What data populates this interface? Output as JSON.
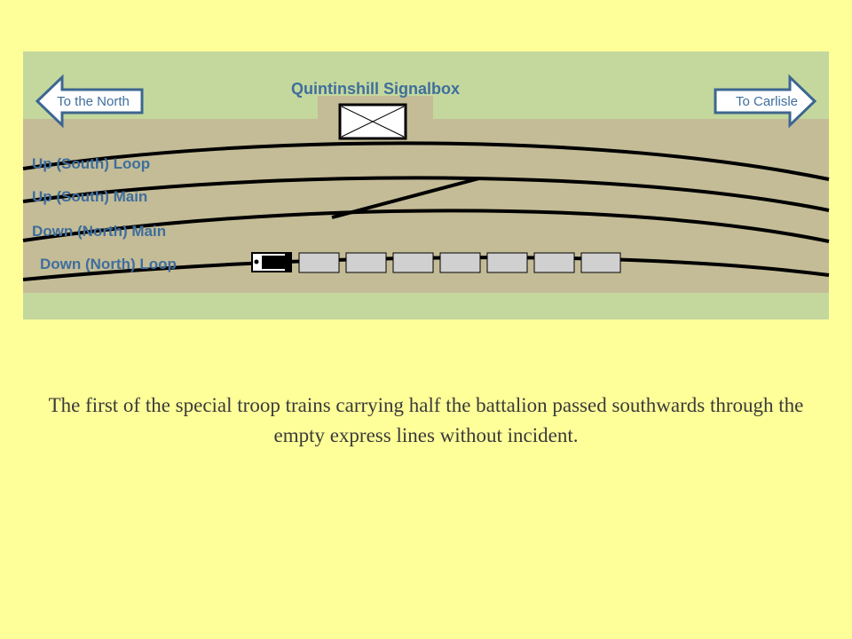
{
  "colors": {
    "page_background": "#ffff99",
    "grass": "#c4d89e",
    "ballast": "#c4bc97",
    "track": "#000000",
    "label_text": "#3f6e9c",
    "arrow_fill": "#ffffff",
    "arrow_stroke": "#3d6690",
    "carriage_fill": "#d0d0d0",
    "caption_text": "#3a3a3a"
  },
  "diagram": {
    "signalbox_label": "Quintinshill Signalbox",
    "arrow_left_label": "To the North",
    "arrow_right_label": "To Carlisle",
    "tracks": {
      "up_loop": "Up (South)  Loop",
      "up_main": "Up (South) Main",
      "down_main": "Down  (North) Main",
      "down_loop": "Down  (North) Loop"
    }
  },
  "caption": "The first of the special troop trains carrying half the battalion passed southwards through the empty express lines without incident."
}
